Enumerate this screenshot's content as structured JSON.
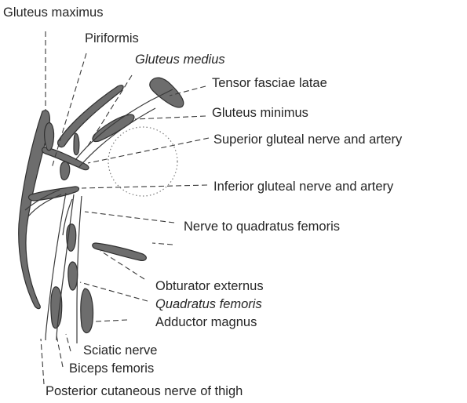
{
  "labels": {
    "gluteus_maximus": "Gluteus maximus",
    "piriformis": "Piriformis",
    "gluteus_medius": "Gluteus medius",
    "tensor_fasciae_latae": "Tensor fasciae latae",
    "gluteus_minimus": "Gluteus minimus",
    "superior_gluteal": "Superior gluteal nerve and artery",
    "inferior_gluteal": "Inferior gluteal nerve and artery",
    "nerve_quadratus": "Nerve to quadratus femoris",
    "obturator_externus": "Obturator externus",
    "quadratus_femoris": "Quadratus femoris",
    "adductor_magnus": "Adductor magnus",
    "sciatic_nerve": "Sciatic nerve",
    "biceps_femoris": "Biceps femoris",
    "posterior_cutaneous": "Posterior cutaneous nerve of thigh"
  },
  "colors": {
    "muscle": "#6d6d6d",
    "muscle_edge": "#303030",
    "nerve_outline": "#3a3a3a",
    "leader": "#3a3a3a",
    "text": "#262626"
  }
}
